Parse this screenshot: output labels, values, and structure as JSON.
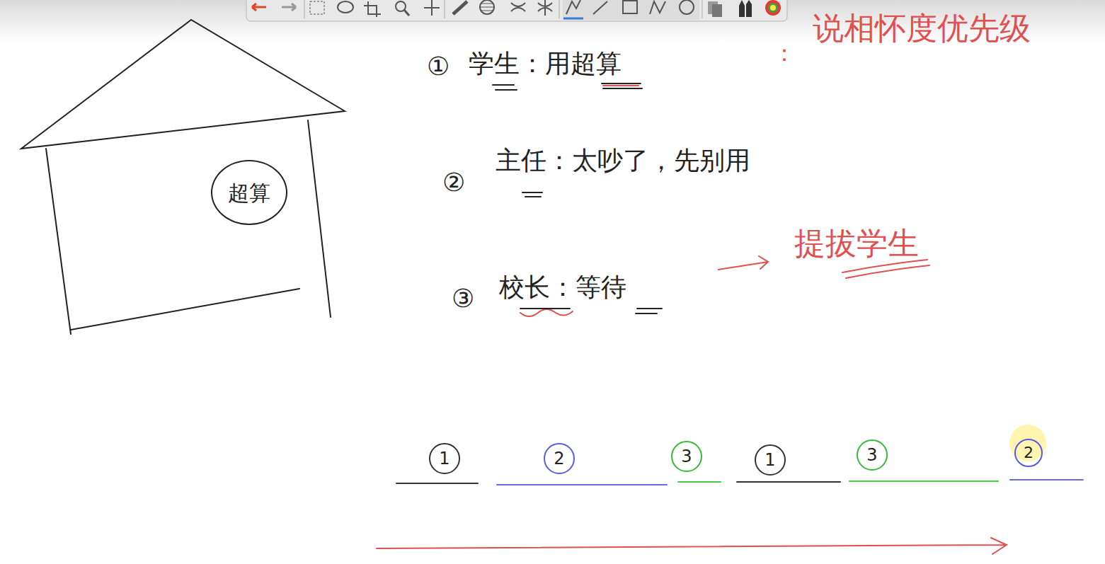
{
  "diagram": {
    "nodes": [
      {
        "text": [
          "超算"
        ]
      },
      {
        "text": [
          "1"
        ]
      },
      {
        "text": [
          "2"
        ]
      },
      {
        "text": [
          "3"
        ]
      },
      {
        "text": [
          "1"
        ]
      },
      {
        "text": [
          "3"
        ]
      },
      {
        "text": [
          "2"
        ]
      }
    ],
    "labels": [
      "①",
      "学生：用超算",
      "②",
      "主任：太吵了，先别用",
      "③",
      "校长：等待",
      "提拔学生",
      "：",
      "说相怀度优先级"
    ]
  }
}
